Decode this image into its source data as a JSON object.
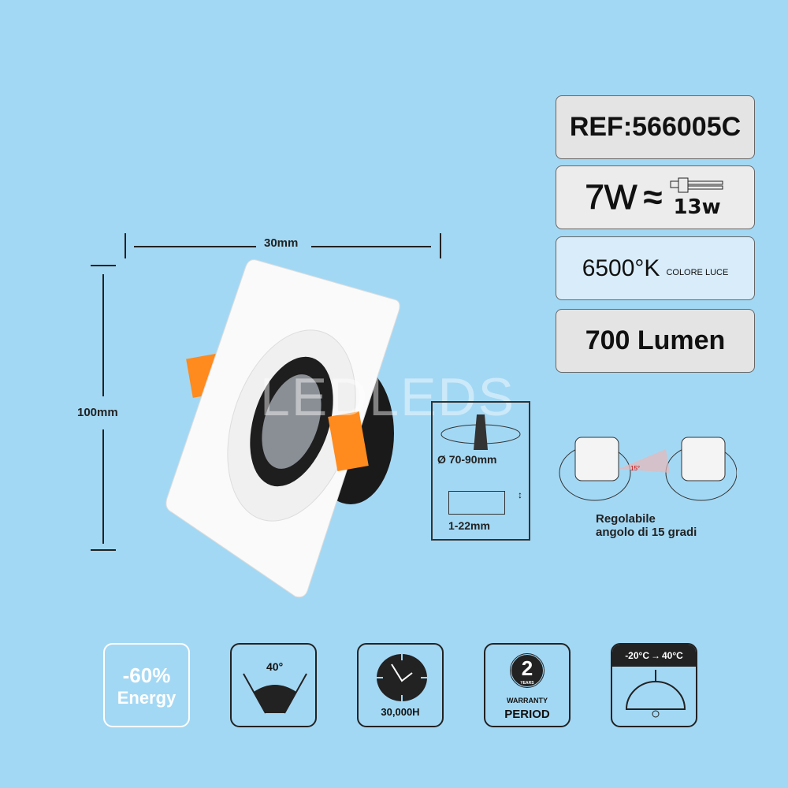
{
  "specs": {
    "ref": "REF:566005C",
    "power": "7W",
    "approx": "≈",
    "equivalent": "13w",
    "color_temp": "6500°K",
    "color_label": "COLORE LUCE",
    "lumen": "700 Lumen"
  },
  "dimensions": {
    "width": "30mm",
    "height": "100mm",
    "cutout": "Ø 70-90mm",
    "thickness": "1-22mm"
  },
  "tilt": {
    "angle_mark": "15°",
    "caption_line1": "Regolabile",
    "caption_line2": "angolo di 15 gradi"
  },
  "watermark": "LEDLEDS",
  "features": {
    "energy_pct": "-60%",
    "energy_label": "Energy",
    "beam": "40°",
    "lifetime": "30,000H",
    "warranty_years": "2",
    "warranty_years_label": "YEARS",
    "warranty_label1": "WARRANTY",
    "warranty_label2": "PERIOD",
    "temp_range_low": "-20°C",
    "temp_range_high": "40°C"
  }
}
